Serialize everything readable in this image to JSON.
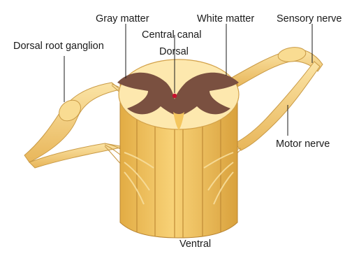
{
  "labels": {
    "gray_matter": "Gray matter",
    "white_matter": "White matter",
    "sensory_nerve": "Sensory nerve",
    "central_canal": "Central canal",
    "dorsal_root_ganglion": "Dorsal root ganglion",
    "dorsal": "Dorsal",
    "motor_nerve": "Motor nerve",
    "ventral": "Ventral"
  },
  "colors": {
    "cord_light": "#fce3a0",
    "cord_mid": "#f4c65e",
    "cord_dark": "#dba63e",
    "gray_matter": "#7a5040",
    "nerve": "#f7d68a",
    "nerve_edge": "#c99a45",
    "canal": "#c8102e",
    "leader": "#1a1a1a"
  }
}
